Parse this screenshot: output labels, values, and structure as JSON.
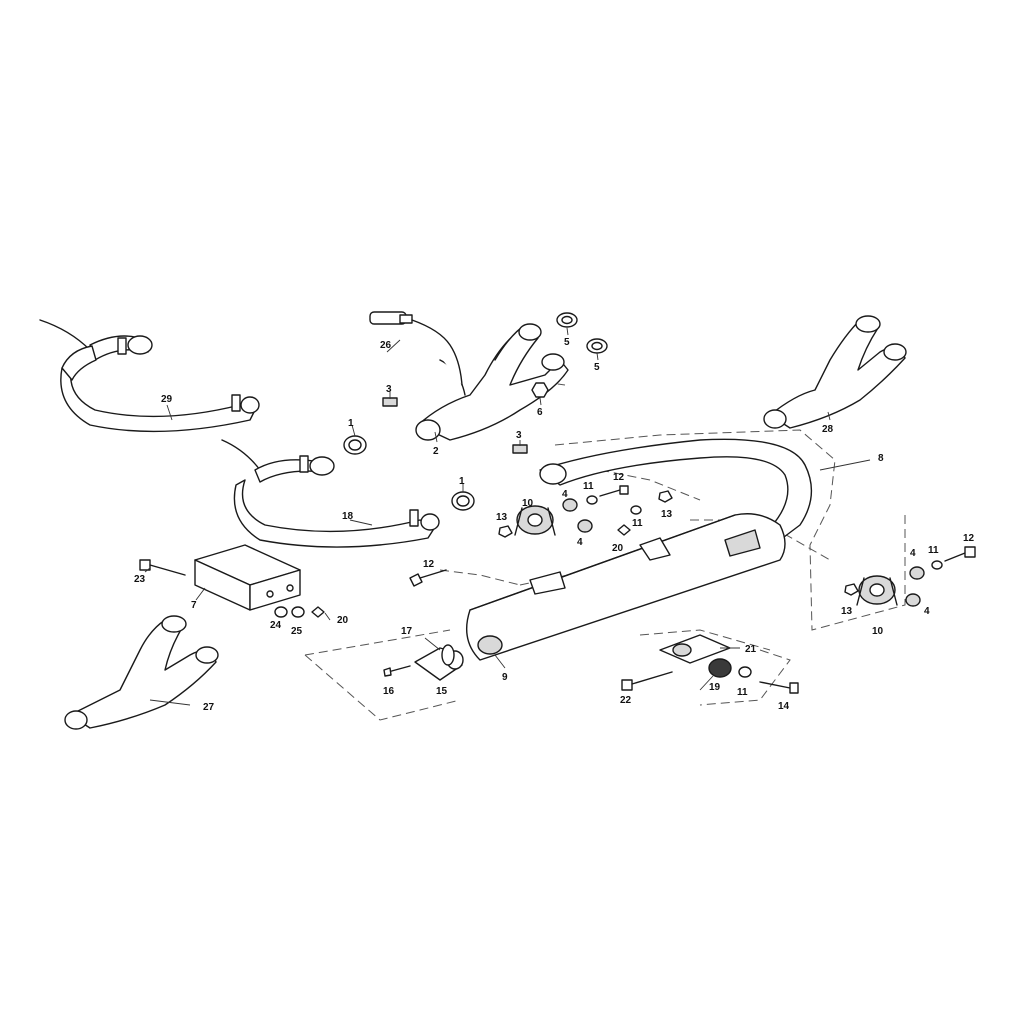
{
  "callouts": {
    "c1a": "1",
    "c1b": "1",
    "c2": "2",
    "c3a": "3",
    "c3b": "3",
    "c4a": "4",
    "c4b": "4",
    "c4c": "4",
    "c5a": "5",
    "c5b": "5",
    "c6": "6",
    "c7": "7",
    "c8": "8",
    "c9": "9",
    "c10a": "10",
    "c10b": "10",
    "c11a": "11",
    "c11b": "11",
    "c11c": "11",
    "c11d": "11",
    "c12a": "12",
    "c12b": "12",
    "c12c": "12",
    "c13a": "13",
    "c13b": "13",
    "c13c": "13",
    "c14": "14",
    "c15": "15",
    "c16": "16",
    "c17": "17",
    "c18": "18",
    "c19": "19",
    "c20a": "20",
    "c20b": "20",
    "c21": "21",
    "c22": "22",
    "c23": "23",
    "c24": "24",
    "c25": "25",
    "c26": "26",
    "c27": "27",
    "c28": "28",
    "c29": "29"
  },
  "colors": {
    "line": "#1a1a1a",
    "guide": "#555555",
    "background": "#ffffff",
    "shade": "#d9d9d9"
  }
}
